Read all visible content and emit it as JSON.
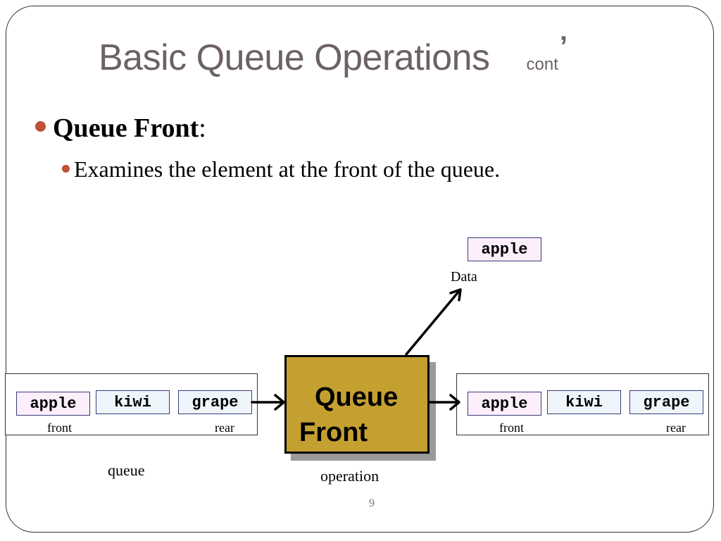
{
  "title": {
    "main": "Basic Queue Operations",
    "suffix": "cont",
    "apostrophe": "’"
  },
  "bullets": {
    "level1": {
      "bold": "Queue Front",
      "rest": ":"
    },
    "level2": {
      "text": "Examines the element at the front of the queue."
    }
  },
  "diagram": {
    "input_queue": {
      "cells": [
        "apple",
        "kiwi",
        "grape"
      ],
      "front_label": "front",
      "rear_label": "rear",
      "caption": "queue"
    },
    "operation": {
      "line1": "Queue",
      "line2": "Front",
      "caption": "operation"
    },
    "output_queue": {
      "cells": [
        "apple",
        "kiwi",
        "grape"
      ],
      "front_label": "front",
      "rear_label": "rear"
    },
    "data": {
      "value": "apple",
      "label": "Data"
    }
  },
  "page_number": "9",
  "colors": {
    "bullet": "#c0503a",
    "operation_fill": "#c4a030",
    "title": "#6b6261",
    "pink_cell": "#fdeefb",
    "blue_cell": "#eef6fb"
  }
}
